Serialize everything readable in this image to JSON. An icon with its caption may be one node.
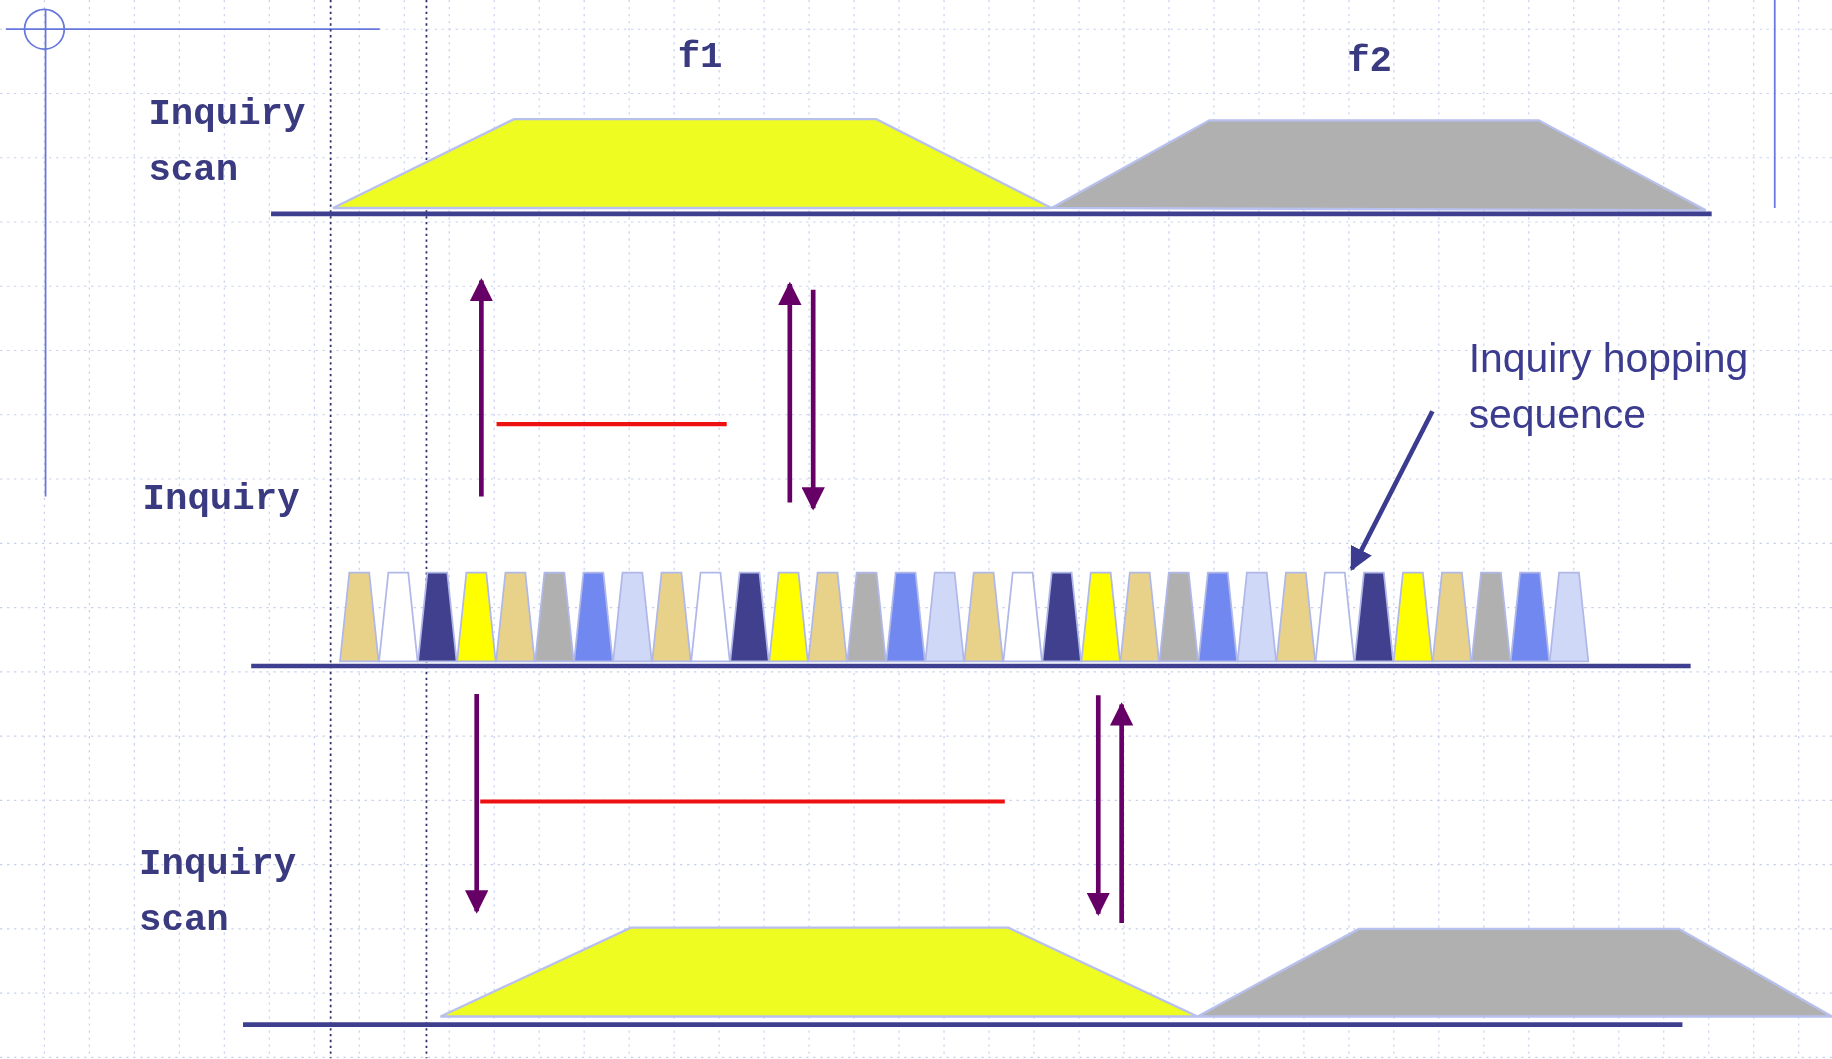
{
  "diagram": {
    "nodes": [
      {
        "text": [
          "Inquiry hopping sequence"
        ]
      },
      {
        "text": [],
        "shape": "bar"
      }
    ],
    "edges": [
      {
        "from": 0,
        "to": 1,
        "arrow": "to"
      }
    ],
    "labels": [
      "f1",
      "f2",
      "Inquiry scan",
      "Inquiry",
      "Inquiry scan"
    ]
  }
}
